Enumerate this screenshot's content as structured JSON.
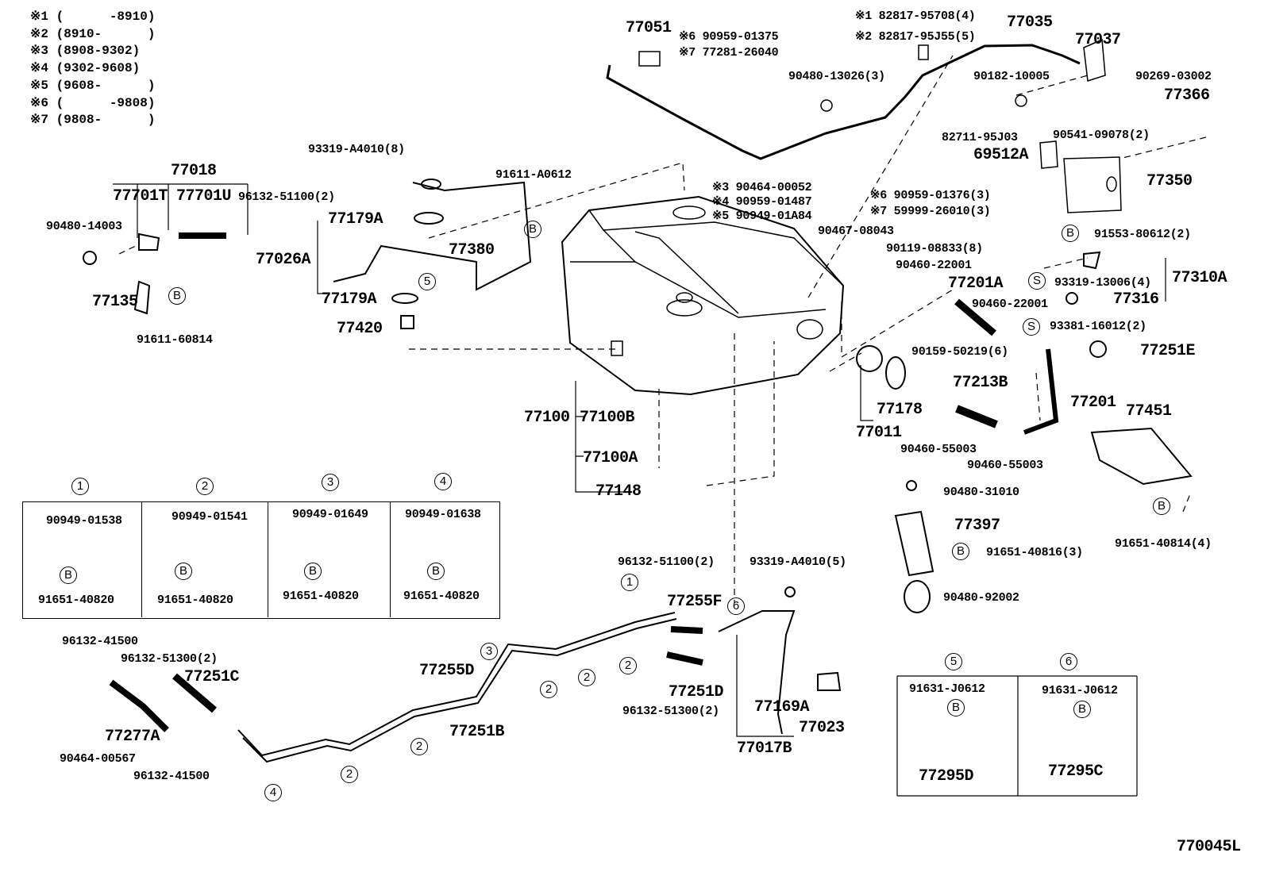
{
  "legend": [
    "※1 (      -8910)",
    "※2 (8910-      )",
    "※3 (8908-9302)",
    "※4 (9302-9608)",
    "※5 (9608-      )",
    "※6 (      -9808)",
    "※7 (9808-      )"
  ],
  "callouts": [
    {
      "text": "77051",
      "kind": "part"
    },
    {
      "text": "※6 90959-01375",
      "kind": "fastener"
    },
    {
      "text": "※7 77281-26040",
      "kind": "fastener"
    },
    {
      "text": "※1 82817-95708(4)",
      "kind": "fastener"
    },
    {
      "text": "※2 82817-95J55(5)",
      "kind": "fastener"
    },
    {
      "text": "77035",
      "kind": "part"
    },
    {
      "text": "77037",
      "kind": "part"
    },
    {
      "text": "90480-13026(3)",
      "kind": "fastener"
    },
    {
      "text": "90182-10005",
      "kind": "fastener"
    },
    {
      "text": "90269-03002",
      "kind": "fastener"
    },
    {
      "text": "77366",
      "kind": "part"
    },
    {
      "text": "82711-95J03",
      "kind": "fastener"
    },
    {
      "text": "90541-09078(2)",
      "kind": "fastener"
    },
    {
      "text": "69512A",
      "kind": "part"
    },
    {
      "text": "77350",
      "kind": "part"
    },
    {
      "text": "※3 90464-00052",
      "kind": "fastener"
    },
    {
      "text": "※4 90959-01487",
      "kind": "fastener"
    },
    {
      "text": "※5 90949-01A84",
      "kind": "fastener"
    },
    {
      "text": "※6 90959-01376(3)",
      "kind": "fastener"
    },
    {
      "text": "※7 59999-26010(3)",
      "kind": "fastener"
    },
    {
      "text": "90467-08043",
      "kind": "fastener"
    },
    {
      "text": "91553-80612(2)",
      "kind": "fastener"
    },
    {
      "text": "93319-A4010(8)",
      "kind": "fastener"
    },
    {
      "text": "77018",
      "kind": "part"
    },
    {
      "text": "77701T",
      "kind": "part"
    },
    {
      "text": "77701U",
      "kind": "part"
    },
    {
      "text": "96132-51100(2)",
      "kind": "fastener"
    },
    {
      "text": "91611-A0612",
      "kind": "fastener"
    },
    {
      "text": "90480-14003",
      "kind": "fastener"
    },
    {
      "text": "77179A",
      "kind": "part"
    },
    {
      "text": "77380",
      "kind": "part"
    },
    {
      "text": "77026A",
      "kind": "part"
    },
    {
      "text": "77179A",
      "kind": "part"
    },
    {
      "text": "77135",
      "kind": "part"
    },
    {
      "text": "91611-60814",
      "kind": "fastener"
    },
    {
      "text": "77420",
      "kind": "part"
    },
    {
      "text": "90119-08833(8)",
      "kind": "fastener"
    },
    {
      "text": "90460-22001",
      "kind": "fastener"
    },
    {
      "text": "77201A",
      "kind": "part"
    },
    {
      "text": "93319-13006(4)",
      "kind": "fastener"
    },
    {
      "text": "77310A",
      "kind": "part"
    },
    {
      "text": "90460-22001",
      "kind": "fastener"
    },
    {
      "text": "77316",
      "kind": "part"
    },
    {
      "text": "93381-16012(2)",
      "kind": "fastener"
    },
    {
      "text": "90159-50219(6)",
      "kind": "fastener"
    },
    {
      "text": "77251E",
      "kind": "part"
    },
    {
      "text": "77213B",
      "kind": "part"
    },
    {
      "text": "77201",
      "kind": "part"
    },
    {
      "text": "77451",
      "kind": "part"
    },
    {
      "text": "77178",
      "kind": "part"
    },
    {
      "text": "77011",
      "kind": "part"
    },
    {
      "text": "90460-55003",
      "kind": "fastener"
    },
    {
      "text": "90460-55003",
      "kind": "fastener"
    },
    {
      "text": "77100",
      "kind": "part"
    },
    {
      "text": "77100B",
      "kind": "part"
    },
    {
      "text": "77100A",
      "kind": "part"
    },
    {
      "text": "77148",
      "kind": "part"
    },
    {
      "text": "90480-31010",
      "kind": "fastener"
    },
    {
      "text": "77397",
      "kind": "part"
    },
    {
      "text": "91651-40816(3)",
      "kind": "fastener"
    },
    {
      "text": "91651-40814(4)",
      "kind": "fastener"
    },
    {
      "text": "90480-92002",
      "kind": "fastener"
    },
    {
      "text": "90949-01538",
      "kind": "fastener"
    },
    {
      "text": "91651-40820",
      "kind": "fastener"
    },
    {
      "text": "90949-01541",
      "kind": "fastener"
    },
    {
      "text": "91651-40820",
      "kind": "fastener"
    },
    {
      "text": "90949-01649",
      "kind": "fastener"
    },
    {
      "text": "91651-40820",
      "kind": "fastener"
    },
    {
      "text": "90949-01638",
      "kind": "fastener"
    },
    {
      "text": "91651-40820",
      "kind": "fastener"
    },
    {
      "text": "96132-51100(2)",
      "kind": "fastener"
    },
    {
      "text": "93319-A4010(5)",
      "kind": "fastener"
    },
    {
      "text": "77255F",
      "kind": "part"
    },
    {
      "text": "96132-41500",
      "kind": "fastener"
    },
    {
      "text": "96132-51300(2)",
      "kind": "fastener"
    },
    {
      "text": "77251C",
      "kind": "part"
    },
    {
      "text": "77255D",
      "kind": "part"
    },
    {
      "text": "77251D",
      "kind": "part"
    },
    {
      "text": "77277A",
      "kind": "part"
    },
    {
      "text": "77251B",
      "kind": "part"
    },
    {
      "text": "96132-51300(2)",
      "kind": "fastener"
    },
    {
      "text": "77169A",
      "kind": "part"
    },
    {
      "text": "77023",
      "kind": "part"
    },
    {
      "text": "90464-00567",
      "kind": "fastener"
    },
    {
      "text": "96132-41500",
      "kind": "fastener"
    },
    {
      "text": "77017B",
      "kind": "part"
    },
    {
      "text": "91631-J0612",
      "kind": "fastener"
    },
    {
      "text": "77295D",
      "kind": "part"
    },
    {
      "text": "91631-J0612",
      "kind": "fastener"
    },
    {
      "text": "77295C",
      "kind": "part"
    },
    {
      "text": "770045L",
      "kind": "part"
    }
  ],
  "markers": [
    "B",
    "B",
    "B",
    "5",
    "S",
    "S",
    "B",
    "B",
    "B",
    "B",
    "B",
    "B",
    "1",
    "2",
    "3",
    "4",
    "1",
    "6",
    "3",
    "2",
    "2",
    "2",
    "2",
    "2",
    "4",
    "5",
    "6",
    "B",
    "B"
  ],
  "line_color": "#000000",
  "background": "#ffffff"
}
